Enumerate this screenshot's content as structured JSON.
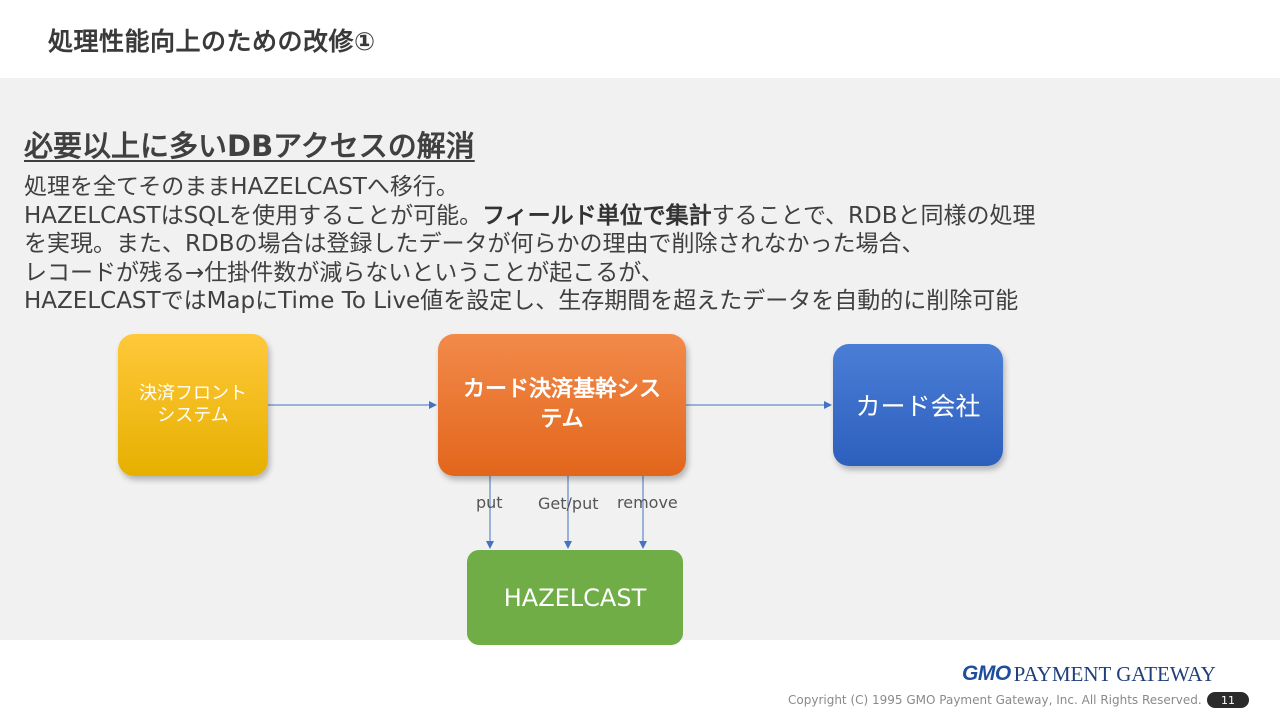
{
  "header": {
    "title": "処理性能向上のための改修①"
  },
  "section": {
    "heading": "必要以上に多いDBアクセスの解消",
    "lines": [
      {
        "text": "処理を全てそのままHAZELCASTへ移行。"
      },
      {
        "pre": "HAZELCASTはSQLを使用することが可能。",
        "bold": "フィールド単位で集計",
        "post": "することで、RDBと同様の処理"
      },
      {
        "text": "を実現。また、RDBの場合は登録したデータが何らかの理由で削除されなかった場合、"
      },
      {
        "text": "レコードが残る→仕掛件数が減らないということが起こるが、"
      },
      {
        "text": "HAZELCASTではMapにTime To Live値を設定し、生存期間を超えたデータを自動的に削除可能"
      }
    ]
  },
  "diagram": {
    "front_system": "決済フロント\nシステム",
    "core_system": "カード決済基幹システム",
    "card_company": "カード会社",
    "hazelcast": "HAZELCAST",
    "edge_labels": {
      "put": "put",
      "getput": "Get/put",
      "remove": "remove"
    },
    "colors": {
      "front": "#ffc000",
      "core": "#ed7d31",
      "card": "#4472c4",
      "hazelcast": "#70ad47",
      "arrow": "#4472c4"
    }
  },
  "footer": {
    "logo_gmo": "GMO",
    "logo_rest": "PAYMENT GATEWAY",
    "copyright": "Copyright (C) 1995 GMO Payment Gateway, Inc. All Rights Reserved.",
    "page_number": "11"
  }
}
